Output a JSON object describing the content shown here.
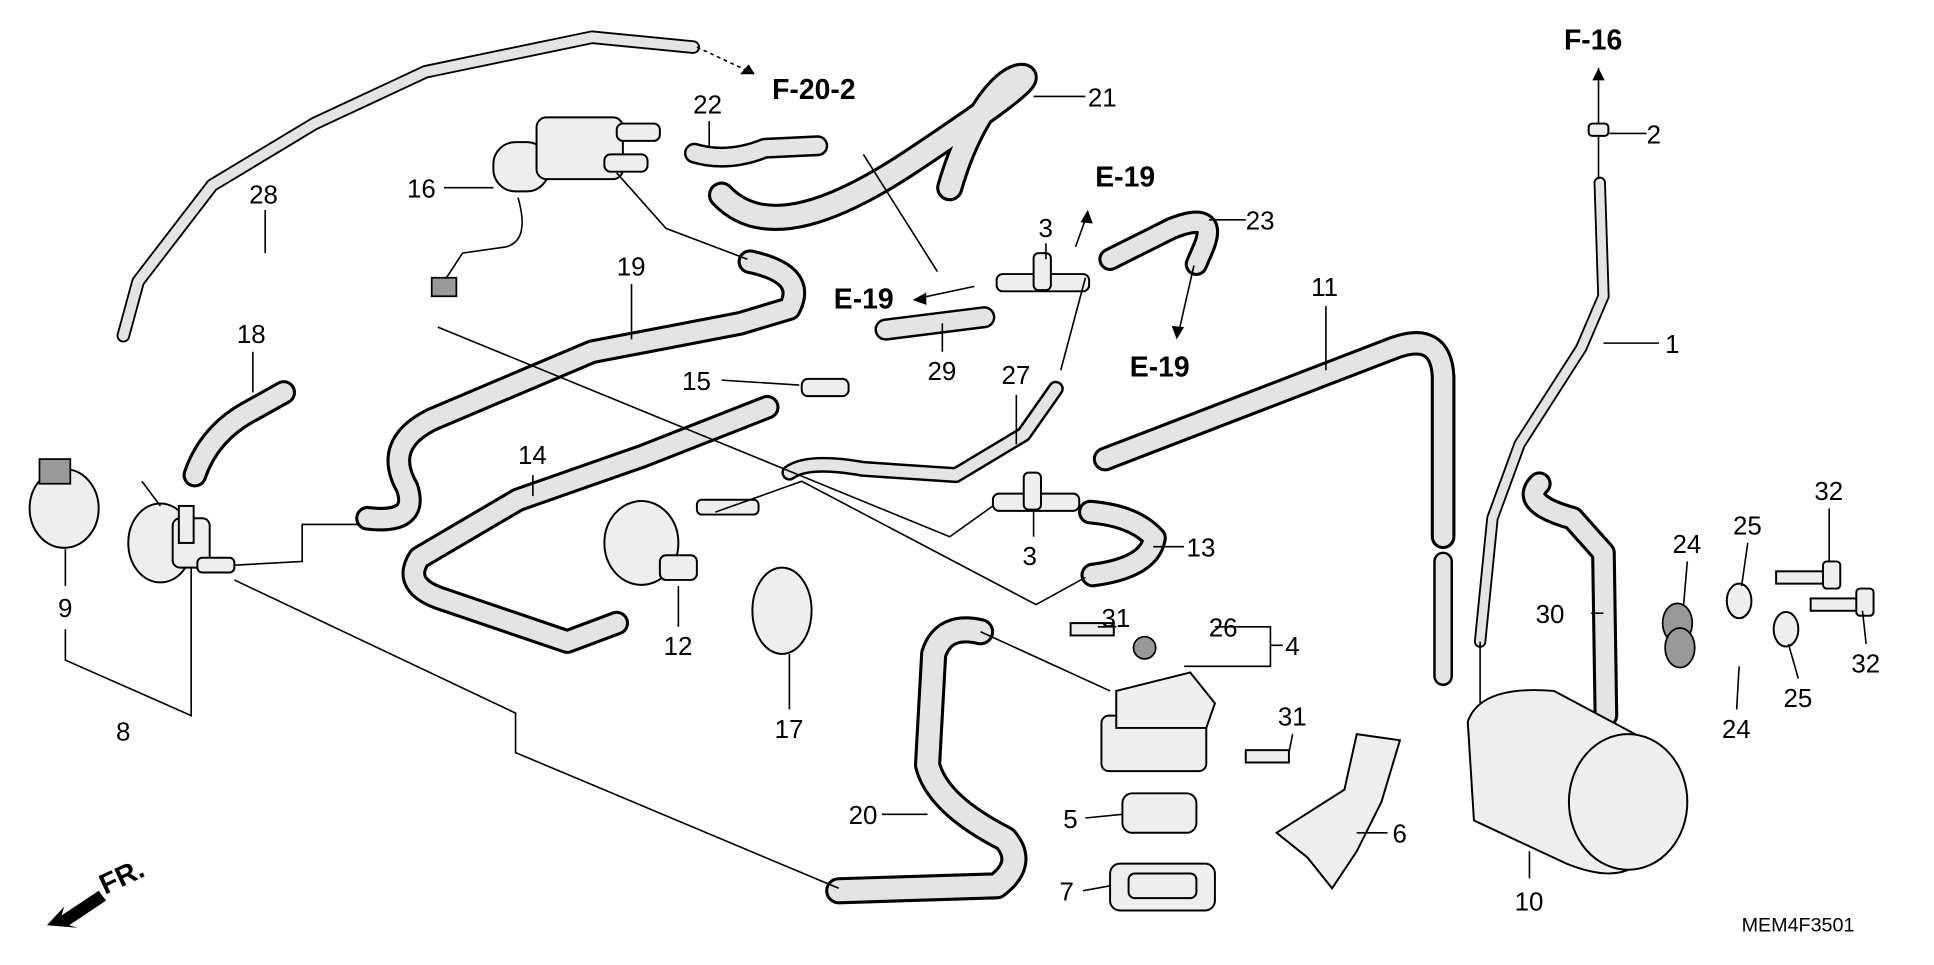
{
  "callouts": [
    "28",
    "16",
    "22",
    "21",
    "2",
    "3",
    "23",
    "19",
    "18",
    "11",
    "15",
    "29",
    "27",
    "1",
    "14",
    "9",
    "8",
    "12",
    "3",
    "13",
    "31",
    "26",
    "4",
    "17",
    "30",
    "24",
    "25",
    "32",
    "32",
    "25",
    "24",
    "31",
    "5",
    "6",
    "20",
    "7",
    "10"
  ],
  "references": [
    "F-20-2",
    "F-16",
    "E-19",
    "E-19",
    "E-19"
  ],
  "diagram_code": "MEM4F3501",
  "front_marker": "FR."
}
